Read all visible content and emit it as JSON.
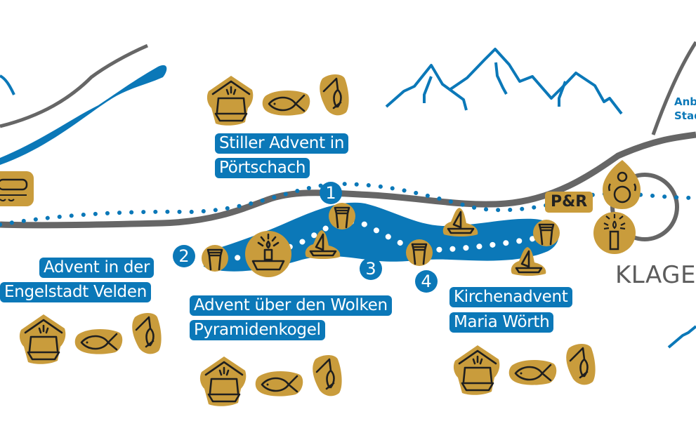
{
  "colors": {
    "lake": "#0b78b8",
    "road": "#666666",
    "badge": "#c99c3c",
    "icon_stroke": "#1f1f1f",
    "label_bg": "#0b78b8"
  },
  "markets": [
    {
      "id": "poertschach",
      "number": "1",
      "title_line1": "Stiller Advent in",
      "title_line2": "Pörtschach",
      "icons": [
        "market-stall-icon",
        "fish-icon",
        "fishing-rod-icon"
      ]
    },
    {
      "id": "velden",
      "number": "2",
      "title_line1": "Advent in der",
      "title_line2": "Engelstadt Velden",
      "icons": [
        "market-stall-icon",
        "fish-icon",
        "fishing-rod-icon"
      ]
    },
    {
      "id": "pyramidenkogel",
      "number": "3",
      "title_line1": "Advent über den Wolken",
      "title_line2": "Pyramidenkogel",
      "icons": [
        "market-stall-icon",
        "fish-icon",
        "fishing-rod-icon"
      ]
    },
    {
      "id": "maria-woerth",
      "number": "4",
      "title_line1": "Kirchenadvent",
      "title_line2": "Maria Wörth",
      "icons": [
        "market-stall-icon",
        "fish-icon",
        "fishing-rod-icon"
      ]
    }
  ],
  "park_and_ride": "P&R",
  "city": "KLAGE",
  "side_note_line1": "Anb",
  "side_note_line2": "Stad",
  "lake_icons": [
    "pier-icon",
    "candle-boat-icon",
    "sailboat-icon",
    "pier-icon",
    "sailboat-icon",
    "pier-icon",
    "sailboat-icon",
    "pier-icon"
  ],
  "city_icons": [
    "snowman-icon",
    "candle-icon"
  ],
  "other_icons": [
    "train-icon",
    "mountains-icon"
  ]
}
